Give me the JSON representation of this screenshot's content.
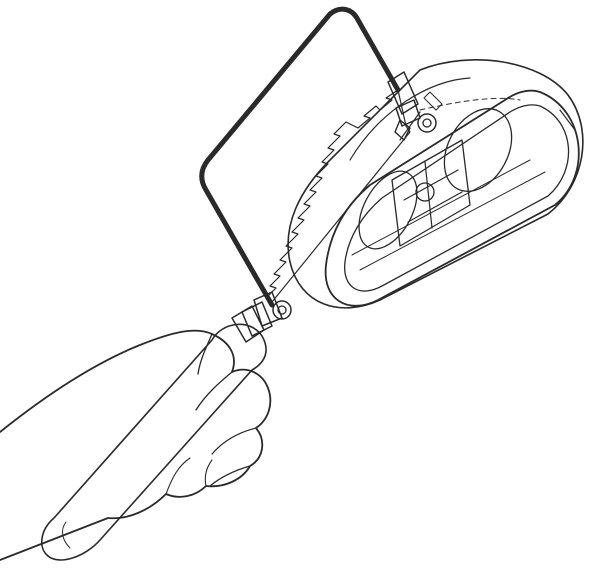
{
  "illustration": {
    "depicted_objects": [
      "coping-saw",
      "hand",
      "speaker-enclosure"
    ],
    "colors": {
      "background": "#ffffff",
      "outline": "#2a2a2a",
      "handle_fill": "#6f6f6f",
      "handle_shade": "#555555",
      "enclosure_fill": "#ffffff",
      "enclosure_inner": "#f2f2f2",
      "metal_fill": "#dcdcdc"
    }
  }
}
